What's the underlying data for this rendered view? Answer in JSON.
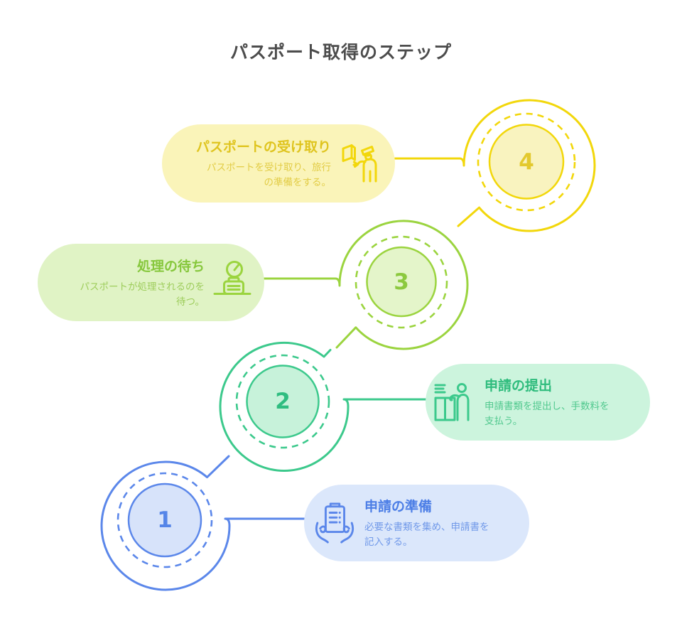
{
  "page_title": "パスポート取得のステップ",
  "steps": [
    {
      "number": "1",
      "title": "申請の準備",
      "description": "必要な書類を集め、申請書を\n記入する。",
      "icon": "clipboard-in-hands-icon"
    },
    {
      "number": "2",
      "title": "申請の提出",
      "description": "申請書類を提出し、手数料を\n支払う。",
      "icon": "counter-submission-icon"
    },
    {
      "number": "3",
      "title": "処理の待ち",
      "description": "パスポートが処理されるのを\n待つ。",
      "icon": "clock-and-luggage-icon"
    },
    {
      "number": "4",
      "title": "パスポートの受け取り",
      "description": "パスポートを受け取り、旅行\nの準備をする。",
      "icon": "passport-officer-icon"
    }
  ],
  "colors": {
    "heading": "#4c4c4c",
    "s1": "#5b87ea",
    "s1_pill": "#dbe7fb",
    "s1_fill": "#d7e3fa",
    "s1_title": "#4c7ee6",
    "s1_desc": "#7199e9",
    "s1_num": "#5585e8",
    "s2": "#3cc98c",
    "s2_pill": "#ccf4dd",
    "s2_fill": "#c7f2da",
    "s2_title": "#2fbc7d",
    "s2_desc": "#52c98f",
    "s2_num": "#2fbd80",
    "s3": "#9bd43f",
    "s3_pill": "#e0f3c5",
    "s3_fill": "#e4f5ca",
    "s3_title": "#86c73c",
    "s3_desc": "#9ecd5c",
    "s3_num": "#8cc93f",
    "s4": "#f2d70b",
    "s4_pill": "#faf4b9",
    "s4_fill": "#f9f3bf",
    "s4_title": "#dfc41e",
    "s4_desc": "#e2cc45",
    "s4_num": "#e3c92e"
  }
}
